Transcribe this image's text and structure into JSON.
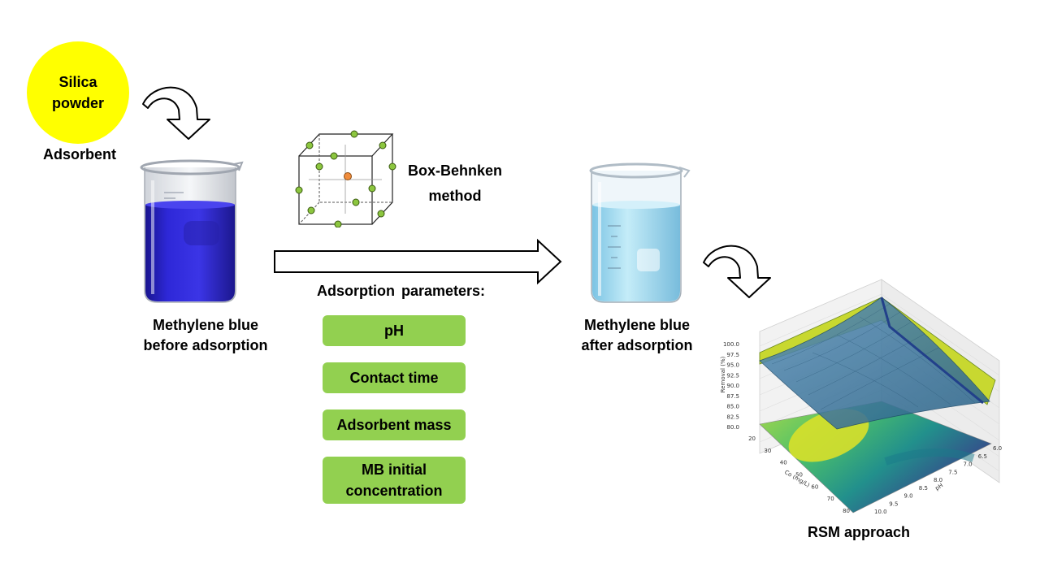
{
  "adsorbent": {
    "circle_text_line1": "Silica",
    "circle_text_line2": "powder",
    "label": "Adsorbent",
    "circle_color": "#ffff00"
  },
  "beaker_before": {
    "caption_line1": "Methylene blue",
    "caption_line2": "before adsorption",
    "liquid_color": "#2a24c8"
  },
  "design": {
    "label_line1": "Box-Behnken",
    "label_line2": "method",
    "center_point_color": "#f08c3c",
    "point_color": "#8cc63f"
  },
  "parameters": {
    "title": "Adsorption  parameters:",
    "box_color": "#92d050",
    "items": [
      {
        "line1": "pH",
        "line2": ""
      },
      {
        "line1": "Contact time",
        "line2": ""
      },
      {
        "line1": "Adsorbent  mass",
        "line2": ""
      },
      {
        "line1": "MB initial",
        "line2": "concentration"
      }
    ]
  },
  "beaker_after": {
    "caption_line1": "Methylene blue",
    "caption_line2": "after adsorption",
    "liquid_color": "#a8dcf0"
  },
  "rsm": {
    "label": "RSM approach",
    "z_axis_label": "Removal (%)",
    "z_ticks": [
      "100.0",
      "97.5",
      "95.0",
      "92.5",
      "90.0",
      "87.5",
      "85.0",
      "82.5",
      "80.0"
    ],
    "co_axis_label": "Co (mg/L)",
    "co_ticks": [
      "20",
      "30",
      "40",
      "50",
      "60",
      "70",
      "80"
    ],
    "ph_axis_label": "pH",
    "ph_ticks": [
      "6.0",
      "6.5",
      "7.0",
      "7.5",
      "8.0",
      "8.5",
      "9.0",
      "9.5",
      "10.0"
    ]
  }
}
